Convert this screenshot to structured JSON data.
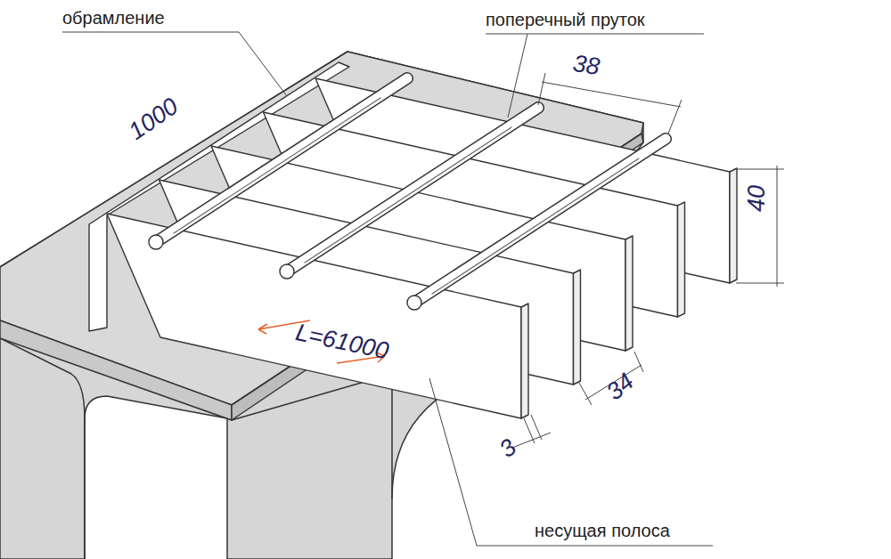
{
  "diagram": {
    "labels": [
      "обрамление",
      "поперечный пруток",
      "38",
      "1000",
      "40",
      "L=61000",
      "34",
      "3",
      "несущая полоса"
    ]
  }
}
